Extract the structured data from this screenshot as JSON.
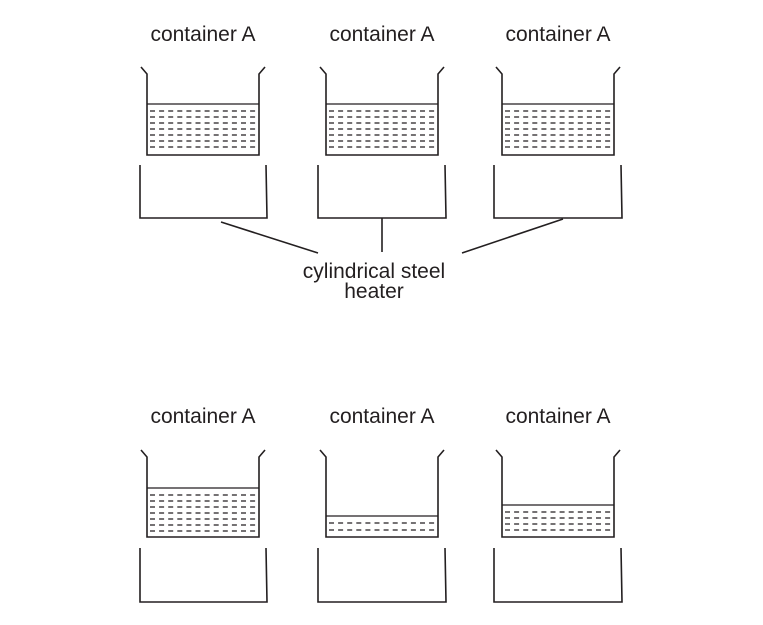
{
  "container_label": "container A",
  "heater_label_line1": "cylindrical steel",
  "heater_label_line2": "heater",
  "ink_color": "#231f20"
}
